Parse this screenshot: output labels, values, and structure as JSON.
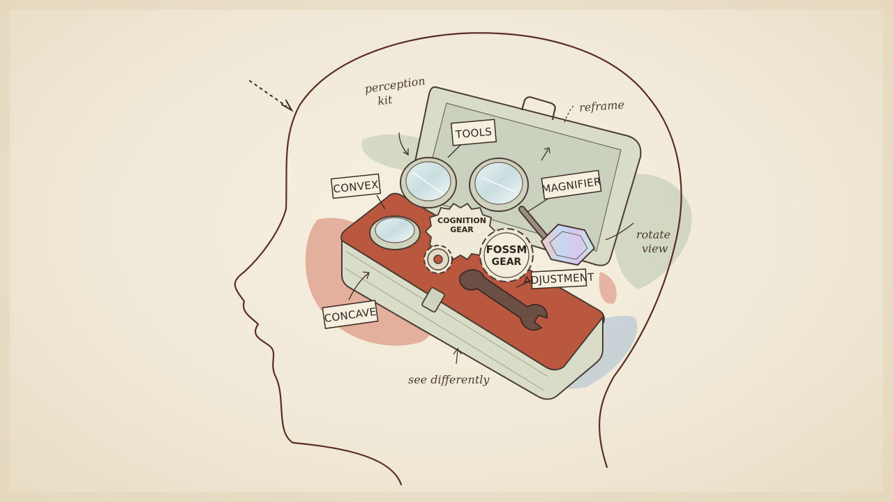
{
  "annotations": {
    "perception_kit_line1": "perception",
    "perception_kit_line2": "kit",
    "reframe": "reframe",
    "rotate_view_line1": "rotate",
    "rotate_view_line2": "view",
    "see_differently": "see differently"
  },
  "tags": {
    "tools": "TOOLS",
    "convex": "CONVEX",
    "magnifier": "MAGNIFIER",
    "adjustment": "ADJUSTMENT",
    "concave": "CONCAVE"
  },
  "gears": {
    "cognition_line1": "COGNITION",
    "cognition_line2": "GEAR",
    "focus_line1": "FOSSM",
    "focus_line2": "GEAR"
  },
  "colors": {
    "paper": "#f1e9d7",
    "ink": "#4a2a24",
    "box": "#d9dcc6",
    "box_inner": "#b9573f",
    "wash_red": "#d26a55",
    "wash_green": "#9fb79c",
    "wash_blue": "#8fb1cf"
  }
}
